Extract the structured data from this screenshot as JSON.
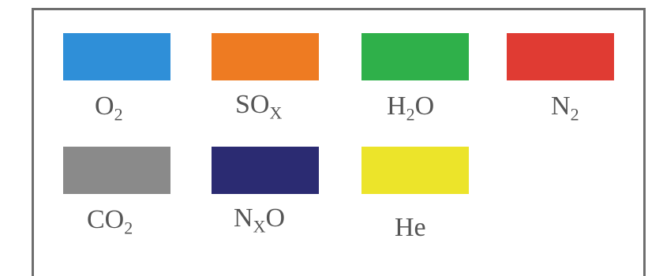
{
  "legend": {
    "items": [
      {
        "base": "O",
        "sub": "2",
        "tail": "",
        "color": "#2f8fd8"
      },
      {
        "base": "SO",
        "sub": "X",
        "tail": "",
        "color": "#ee7b22"
      },
      {
        "base": "H",
        "sub": "2",
        "tail": "O",
        "color": "#2fb04a"
      },
      {
        "base": "N",
        "sub": "2",
        "tail": "",
        "color": "#e03b33"
      },
      {
        "base": "CO",
        "sub": "2",
        "tail": "",
        "color": "#8a8a8a"
      },
      {
        "base": "N",
        "sub": "X",
        "tail": "O",
        "color": "#2b2b72"
      },
      {
        "base": "He",
        "sub": "",
        "tail": "",
        "color": "#ece42a"
      }
    ]
  }
}
